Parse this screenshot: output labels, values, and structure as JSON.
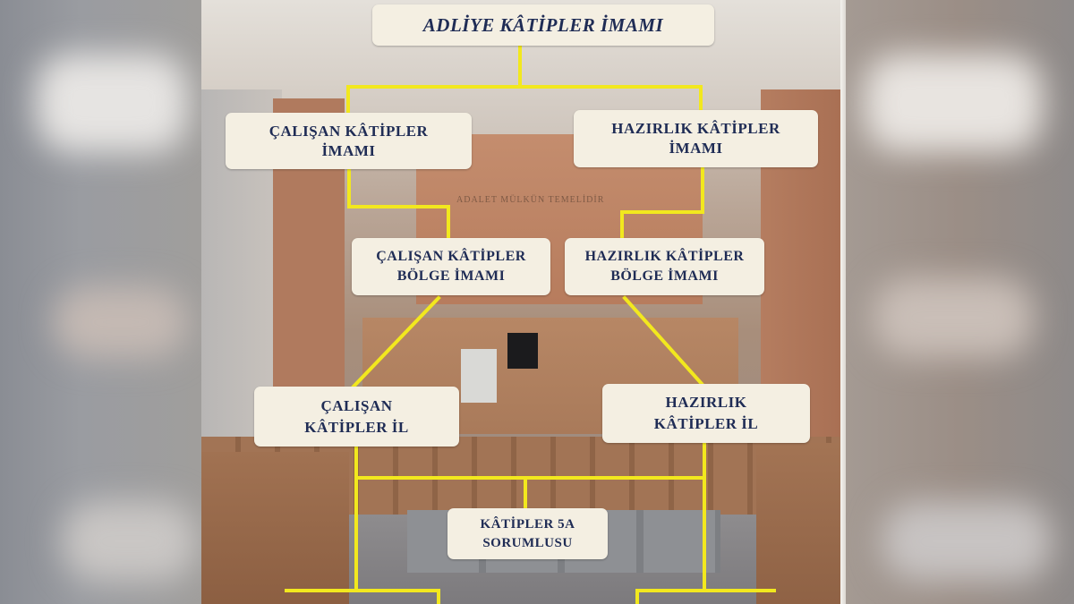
{
  "chart": {
    "root": "ADLİYE KÂTİPLER İMAMI",
    "nodes": [
      {
        "id": "calisan-imam",
        "text": "ÇALIŞAN KÂTİPLER\nİMAMI"
      },
      {
        "id": "hazirlik-imam",
        "text": "HAZIRLIK KÂTİPLER\nİMAMI"
      },
      {
        "id": "calisan-bolge",
        "text": "ÇALIŞAN KÂTİPLER\nBÖLGE İMAMI"
      },
      {
        "id": "hazirlik-bolge",
        "text": "HAZIRLIK KÂTİPLER\nBÖLGE İMAMI"
      },
      {
        "id": "calisan-il",
        "text": "ÇALIŞAN\nKÂTİPLER İL"
      },
      {
        "id": "hazirlik-il",
        "text": "HAZIRLIK\nKÂTİPLER İL"
      },
      {
        "id": "sorumlu-5a",
        "text": "KÂTİPLER 5A\nSORUMLUSU"
      }
    ]
  },
  "colors": {
    "connector": "#f2e81e",
    "box": "#f4efe2",
    "text": "#1f2c55"
  },
  "background": {
    "wall_sign": "ADALET   MÜLKÜN   TEMELİDİR"
  }
}
